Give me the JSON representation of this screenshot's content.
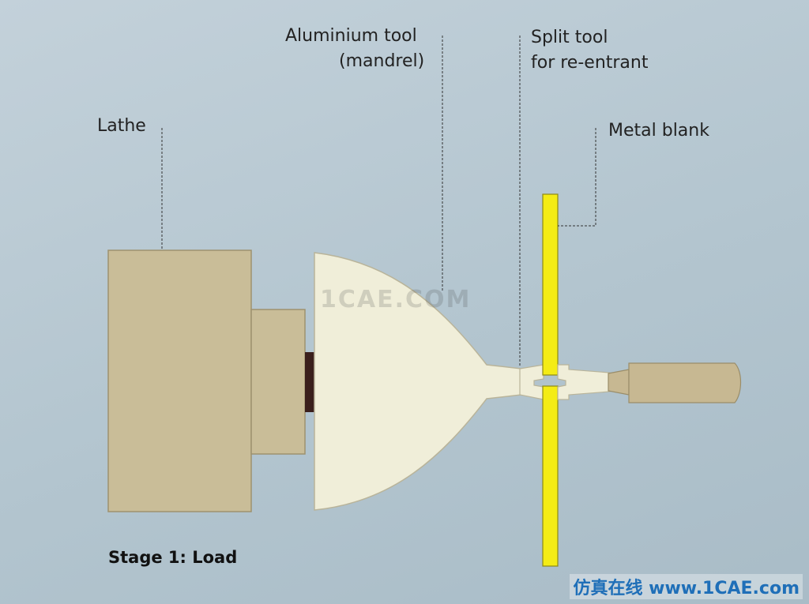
{
  "labels": {
    "lathe": "Lathe",
    "aluminium_tool_line1": "Aluminium tool",
    "aluminium_tool_line2": "(mandrel)",
    "split_tool_line1": "Split tool",
    "split_tool_line2": "for re-entrant",
    "metal_blank": "Metal blank"
  },
  "stage_title": "Stage 1: Load",
  "watermark": {
    "center": "1CAE.COM",
    "corner": "仿真在线 www.1CAE.com"
  },
  "colors": {
    "background": "#b7c8d2",
    "lathe": "#c9bd98",
    "mandrel": "#f0eed9",
    "chuck_ring": "#3a1f1c",
    "metal_blank": "#f4ec15",
    "tailstock": "#c7b892",
    "leader_line": "#333333"
  }
}
